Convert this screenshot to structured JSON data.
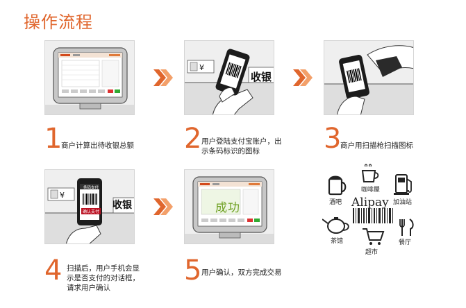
{
  "title": "操作流程",
  "steps": [
    {
      "num": "1",
      "text_lines": [
        "商户计算出待收银总额"
      ]
    },
    {
      "num": "2",
      "text_lines": [
        "用户登陆支付宝账户，出",
        "示条码标识的图标"
      ]
    },
    {
      "num": "3",
      "text_lines": [
        "商户用扫描枪扫描图标"
      ]
    },
    {
      "num": "4",
      "text_lines": [
        "扫描后，用户手机会显",
        "示是否支付的对话框，",
        "请求用户确认"
      ]
    },
    {
      "num": "5",
      "text_lines": [
        "用户确认，双方完成交易"
      ]
    }
  ],
  "illustration_text": {
    "counter": "收银",
    "phone_title": "条码支付",
    "confirm_button": "确认支付",
    "success": "成功",
    "currency_symbol": "¥"
  },
  "businesses": {
    "brand": "Alipay",
    "items": [
      "酒吧",
      "咖啡屋",
      "加油站",
      "茶馆",
      "超市",
      "餐厅"
    ]
  },
  "colors": {
    "accent": "#e0662d",
    "success": "#6ea022",
    "confirm": "#b12222"
  }
}
